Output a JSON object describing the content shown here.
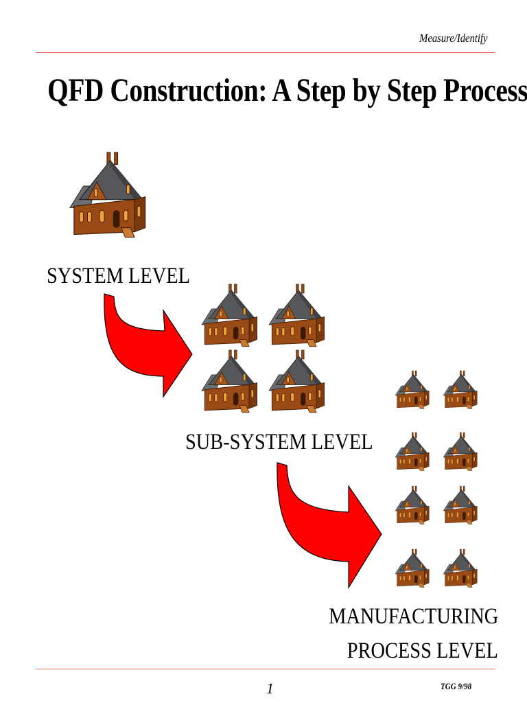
{
  "header": {
    "section_label": "Measure/Identify"
  },
  "title": "QFD Construction: A Step by Step Process",
  "levels": {
    "system": "SYSTEM  LEVEL",
    "subsystem": "SUB-SYSTEM LEVEL",
    "manufacturing_line1": "MANUFACTURING",
    "manufacturing_line2": "PROCESS LEVEL"
  },
  "footer": {
    "page_number": "1",
    "code": "TGG 9/98"
  },
  "colors": {
    "rule": "#e8765a",
    "arrow": "#ff0000",
    "roof": "#5d5f63",
    "wall": "#9a4a14"
  },
  "icons": {
    "house": "house-icon",
    "arrow": "curved-arrow-icon"
  }
}
